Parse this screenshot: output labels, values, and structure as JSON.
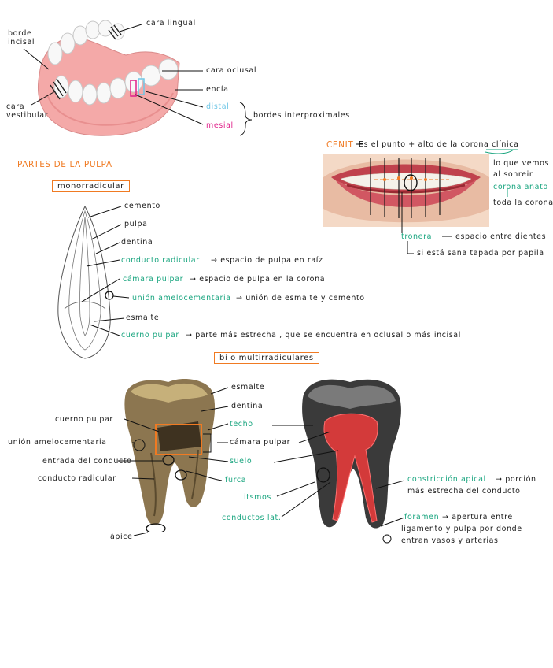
{
  "jaw": {
    "cara_lingual": "cara lingual",
    "borde_incisal": "borde\nincisal",
    "cara_oclusal": "cara oclusal",
    "encia": "encía",
    "distal": "distal",
    "mesial": "mesial",
    "bordes": "bordes interproximales",
    "cara_vestibular": "cara\nvestibular"
  },
  "cenit": {
    "label": "CENIT",
    "def": "Es el punto + alto de la corona clínica",
    "lo_que": "lo que vemos",
    "al_sonreir": "al sonreir",
    "corona_anato": "corona anato",
    "toda": "toda la corona",
    "tronera": "tronera",
    "espacio": "espacio entre dientes",
    "si_esta": "si está sana tapada por papila"
  },
  "pulpa": {
    "title": "PARTES DE LA PULPA",
    "mono": "monorradicular",
    "cemento": "cemento",
    "pulpa": "pulpa",
    "dentina": "dentina",
    "conducto": "conducto radicular",
    "conducto_def": "espacio de pulpa en raíz",
    "camara": "cámara pulpar",
    "camara_def": "espacio de pulpa en la corona",
    "union": "unión amelocementaria",
    "union_def": "unión de esmalte y cemento",
    "esmalte": "esmalte",
    "cuerno": "cuerno pulpar",
    "cuerno_def": "parte más estrecha , que se encuentra en oclusal o más incisal"
  },
  "multi": {
    "title": "bi o multirradiculares",
    "esmalte": "esmalte",
    "dentina": "dentina",
    "cuerno": "cuerno pulpar",
    "techo": "techo",
    "union": "unión amelocementaria",
    "camara": "cámara pulpar",
    "entrada": "entrada del conducto",
    "suelo": "suelo",
    "conducto": "conducto radicular",
    "furca": "furca",
    "istmos": "itsmos",
    "laterales": "conductos lat.",
    "apice": "ápice",
    "constriccion": "constricción apical",
    "constriccion_def1": "porción",
    "constriccion_def2": "más estrecha del conducto",
    "foramen": "foramen",
    "foramen_def1": "apertura entre",
    "foramen_def2": "ligamento y pulpa por donde",
    "foramen_def3": "entran vasos y arterias"
  },
  "colors": {
    "green": "#19a57f",
    "orange": "#f07a22",
    "pink": "#e0218a",
    "blue": "#6ec6e6"
  }
}
